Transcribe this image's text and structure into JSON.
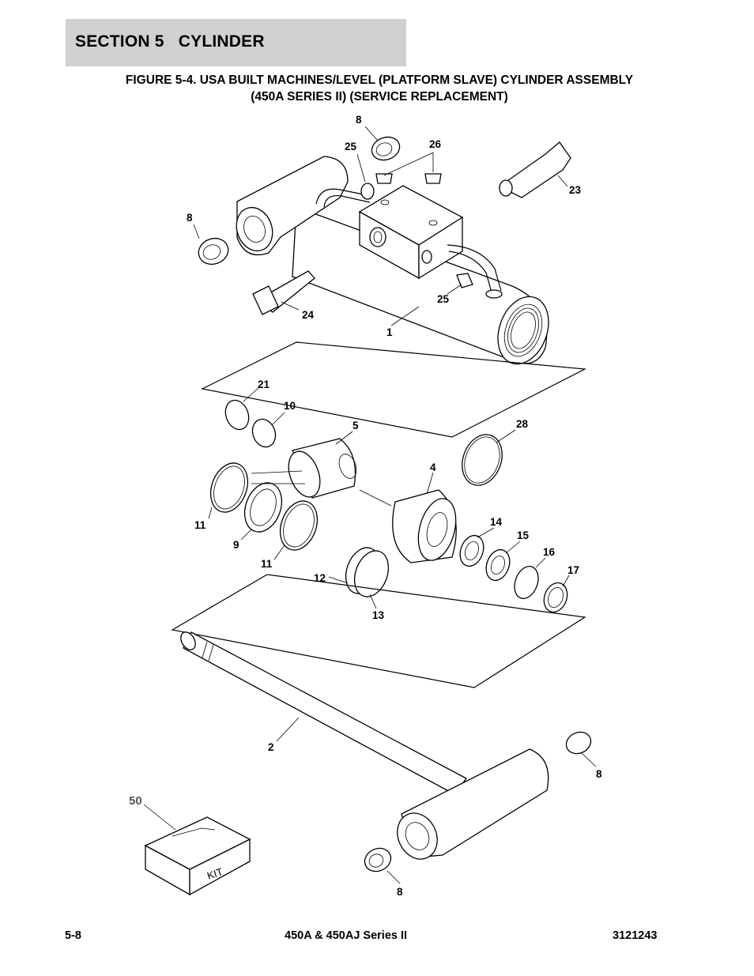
{
  "header": {
    "section_title": "SECTION 5   CYLINDER"
  },
  "figure": {
    "title_line1": "FIGURE 5-4.  USA BUILT MACHINES/LEVEL (PLATFORM SLAVE) CYLINDER ASSEMBLY",
    "title_line2": "(450A SERIES II) (SERVICE REPLACEMENT)"
  },
  "callouts": {
    "c8_top": "8",
    "c25_top": "25",
    "c26": "26",
    "c23": "23",
    "c8_left": "8",
    "c24": "24",
    "c25_mid": "25",
    "c1": "1",
    "c21": "21",
    "c10": "10",
    "c5": "5",
    "c28": "28",
    "c4": "4",
    "c11_left": "11",
    "c9": "9",
    "c11_mid": "11",
    "c14": "14",
    "c15": "15",
    "c16": "16",
    "c17": "17",
    "c12": "12",
    "c13": "13",
    "c2": "2",
    "c8_rod_right": "8",
    "c50": "50",
    "c8_rod_bottom": "8"
  },
  "kit_label": "KIT",
  "footer": {
    "page_number": "5-8",
    "model": "450A & 450AJ Series II",
    "doc_number": "3121243"
  }
}
